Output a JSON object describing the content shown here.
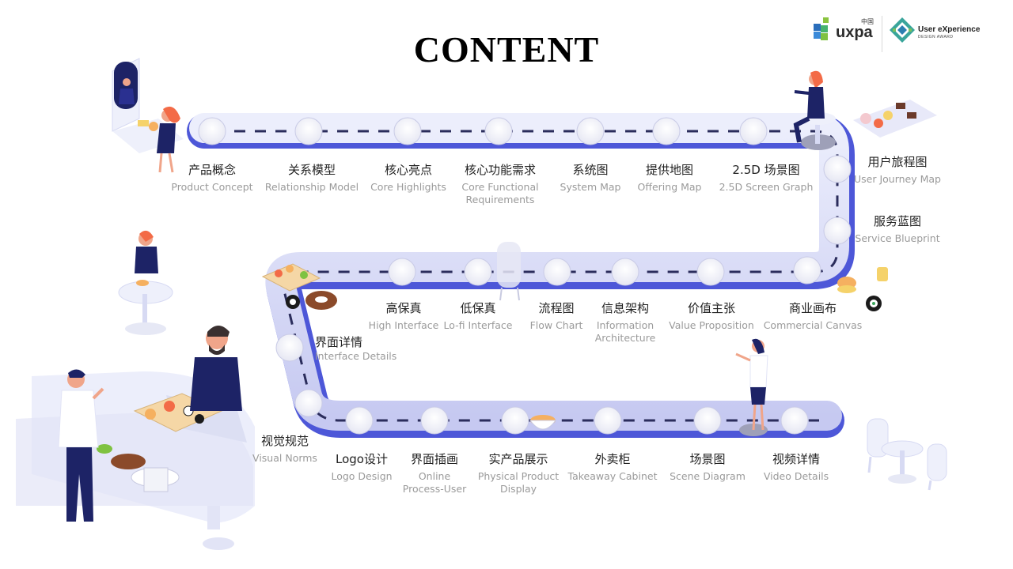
{
  "title": "CONTENT",
  "logos": {
    "uxpa_text": "uxpa",
    "uxpa_cn": "中国",
    "award_line1": "User eXperience",
    "award_line2": "DESIGN   AWARD"
  },
  "colors": {
    "track": "#c9cbf3",
    "track_border": "#4d57d8",
    "node": "#ffffff",
    "dash": "#2b2d5c",
    "figure_navy": "#1d2366"
  },
  "row1": [
    {
      "cn": "产品概念",
      "en": "Product Concept"
    },
    {
      "cn": "关系模型",
      "en": "Relationship Model"
    },
    {
      "cn": "核心亮点",
      "en": "Core Highlights"
    },
    {
      "cn": "核心功能需求",
      "en": "Core Functional",
      "en2": "Requirements"
    },
    {
      "cn": "系统图",
      "en": "System Map"
    },
    {
      "cn": "提供地图",
      "en": "Offering Map"
    },
    {
      "cn": "2.5D 场景图",
      "en": "2.5D Screen Graph"
    }
  ],
  "right": [
    {
      "cn": "用户旅程图",
      "en": "User Journey Map"
    },
    {
      "cn": "服务蓝图",
      "en": "Service Blueprint"
    }
  ],
  "row2": [
    {
      "cn": "高保真",
      "en": "High Interface"
    },
    {
      "cn": "低保真",
      "en": "Lo-fi Interface"
    },
    {
      "cn": "流程图",
      "en": "Flow Chart"
    },
    {
      "cn": "信息架构",
      "en": "Information",
      "en2": "Architecture"
    },
    {
      "cn": "价值主张",
      "en": "Value Proposition"
    },
    {
      "cn": "商业画布",
      "en": "Commercial Canvas"
    }
  ],
  "left": [
    {
      "cn": "界面详情",
      "en": "Interface Details"
    },
    {
      "cn": "视觉规范",
      "en": "Visual Norms"
    }
  ],
  "row3": [
    {
      "cn": "Logo设计",
      "en": "Logo Design"
    },
    {
      "cn": "界面插画",
      "en": "Online",
      "en2": "Process-User"
    },
    {
      "cn": "实产品展示",
      "en": "Physical Product",
      "en2": "Display"
    },
    {
      "cn": "外卖柜",
      "en": "Takeaway Cabinet"
    },
    {
      "cn": "场景图",
      "en": "Scene Diagram"
    },
    {
      "cn": "视频详情",
      "en": "Video Details"
    }
  ]
}
